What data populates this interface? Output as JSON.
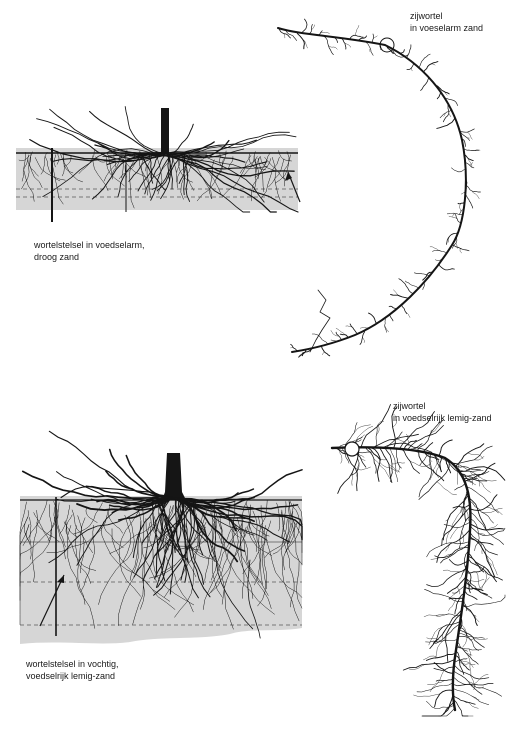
{
  "top": {
    "panel_label": [
      "wortelstelsel in voedselarm,",
      "droog zand"
    ],
    "lateral_label": [
      "zijwortel",
      "in voeselarm zand"
    ]
  },
  "bottom": {
    "panel_label": [
      "wortelstelsel in vochtig,",
      "voedselrijk lemig-zand"
    ],
    "lateral_label": [
      "zijwortel",
      "in voedselrijk lemig-zand"
    ]
  },
  "colors": {
    "soil": "#d6d6d6",
    "root": "#151515",
    "ink": "#1a1a1a"
  }
}
